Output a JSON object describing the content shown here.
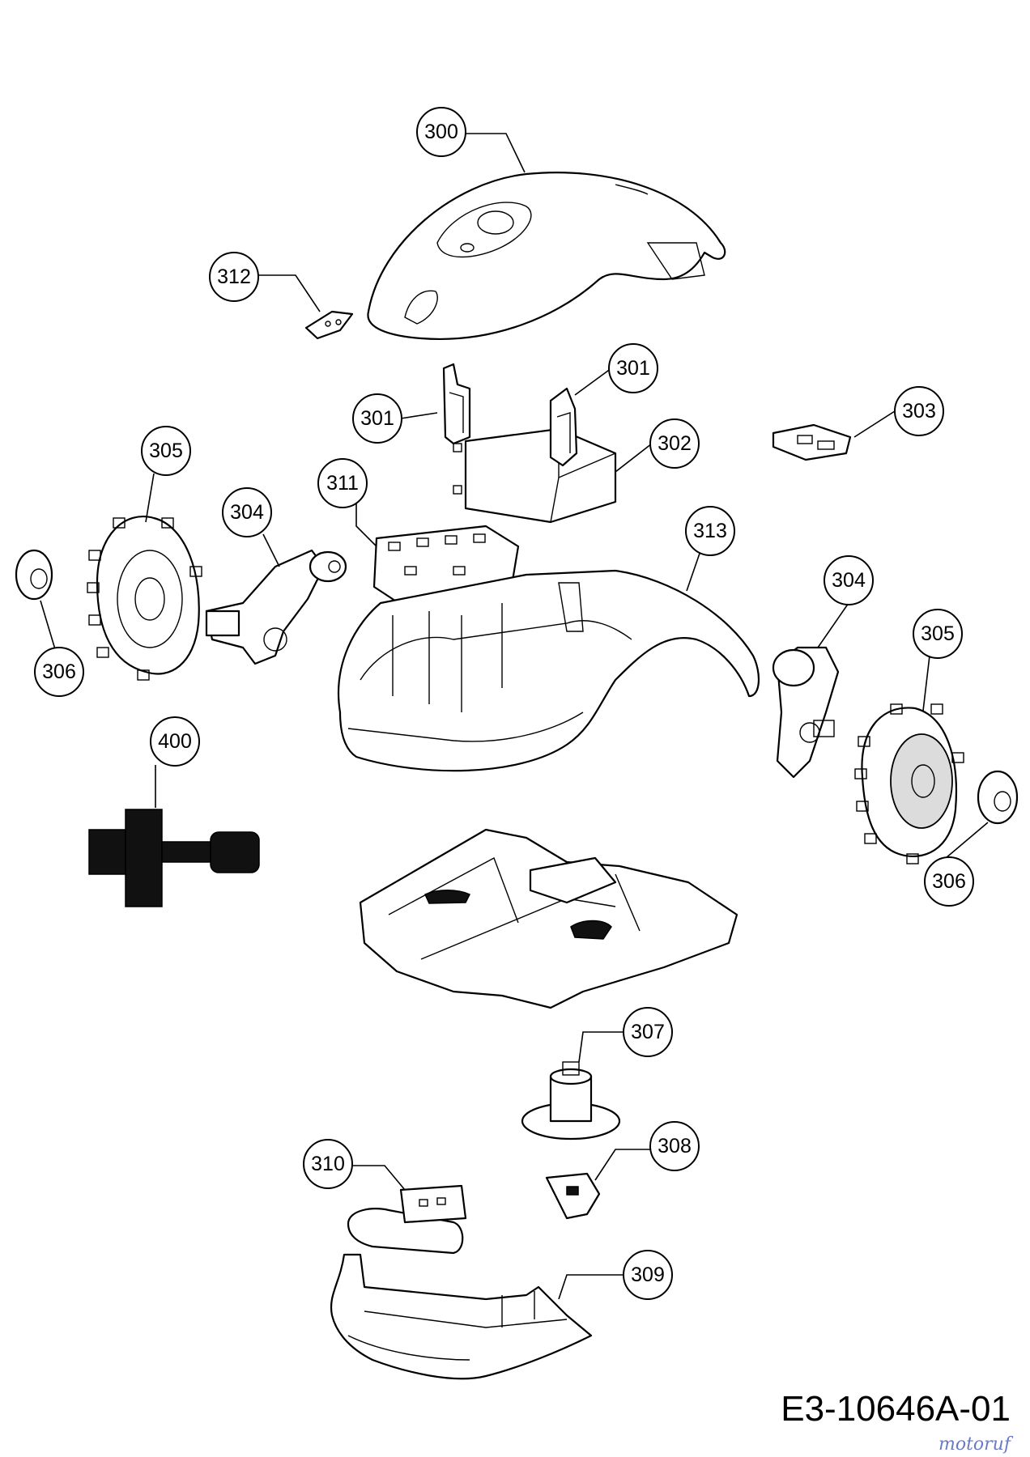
{
  "diagram": {
    "drawing_code": "E3-10646A-01",
    "watermark": "motoruf",
    "callouts": [
      {
        "id": "c300",
        "label": "300"
      },
      {
        "id": "c312",
        "label": "312"
      },
      {
        "id": "c301a",
        "label": "301"
      },
      {
        "id": "c301b",
        "label": "301"
      },
      {
        "id": "c303",
        "label": "303"
      },
      {
        "id": "c302",
        "label": "302"
      },
      {
        "id": "c305a",
        "label": "305"
      },
      {
        "id": "c311",
        "label": "311"
      },
      {
        "id": "c304a",
        "label": "304"
      },
      {
        "id": "c313",
        "label": "313"
      },
      {
        "id": "c304b",
        "label": "304"
      },
      {
        "id": "c305b",
        "label": "305"
      },
      {
        "id": "c306a",
        "label": "306"
      },
      {
        "id": "c400",
        "label": "400"
      },
      {
        "id": "c306b",
        "label": "306"
      },
      {
        "id": "c307",
        "label": "307"
      },
      {
        "id": "c310",
        "label": "310"
      },
      {
        "id": "c308",
        "label": "308"
      },
      {
        "id": "c309",
        "label": "309"
      }
    ]
  }
}
